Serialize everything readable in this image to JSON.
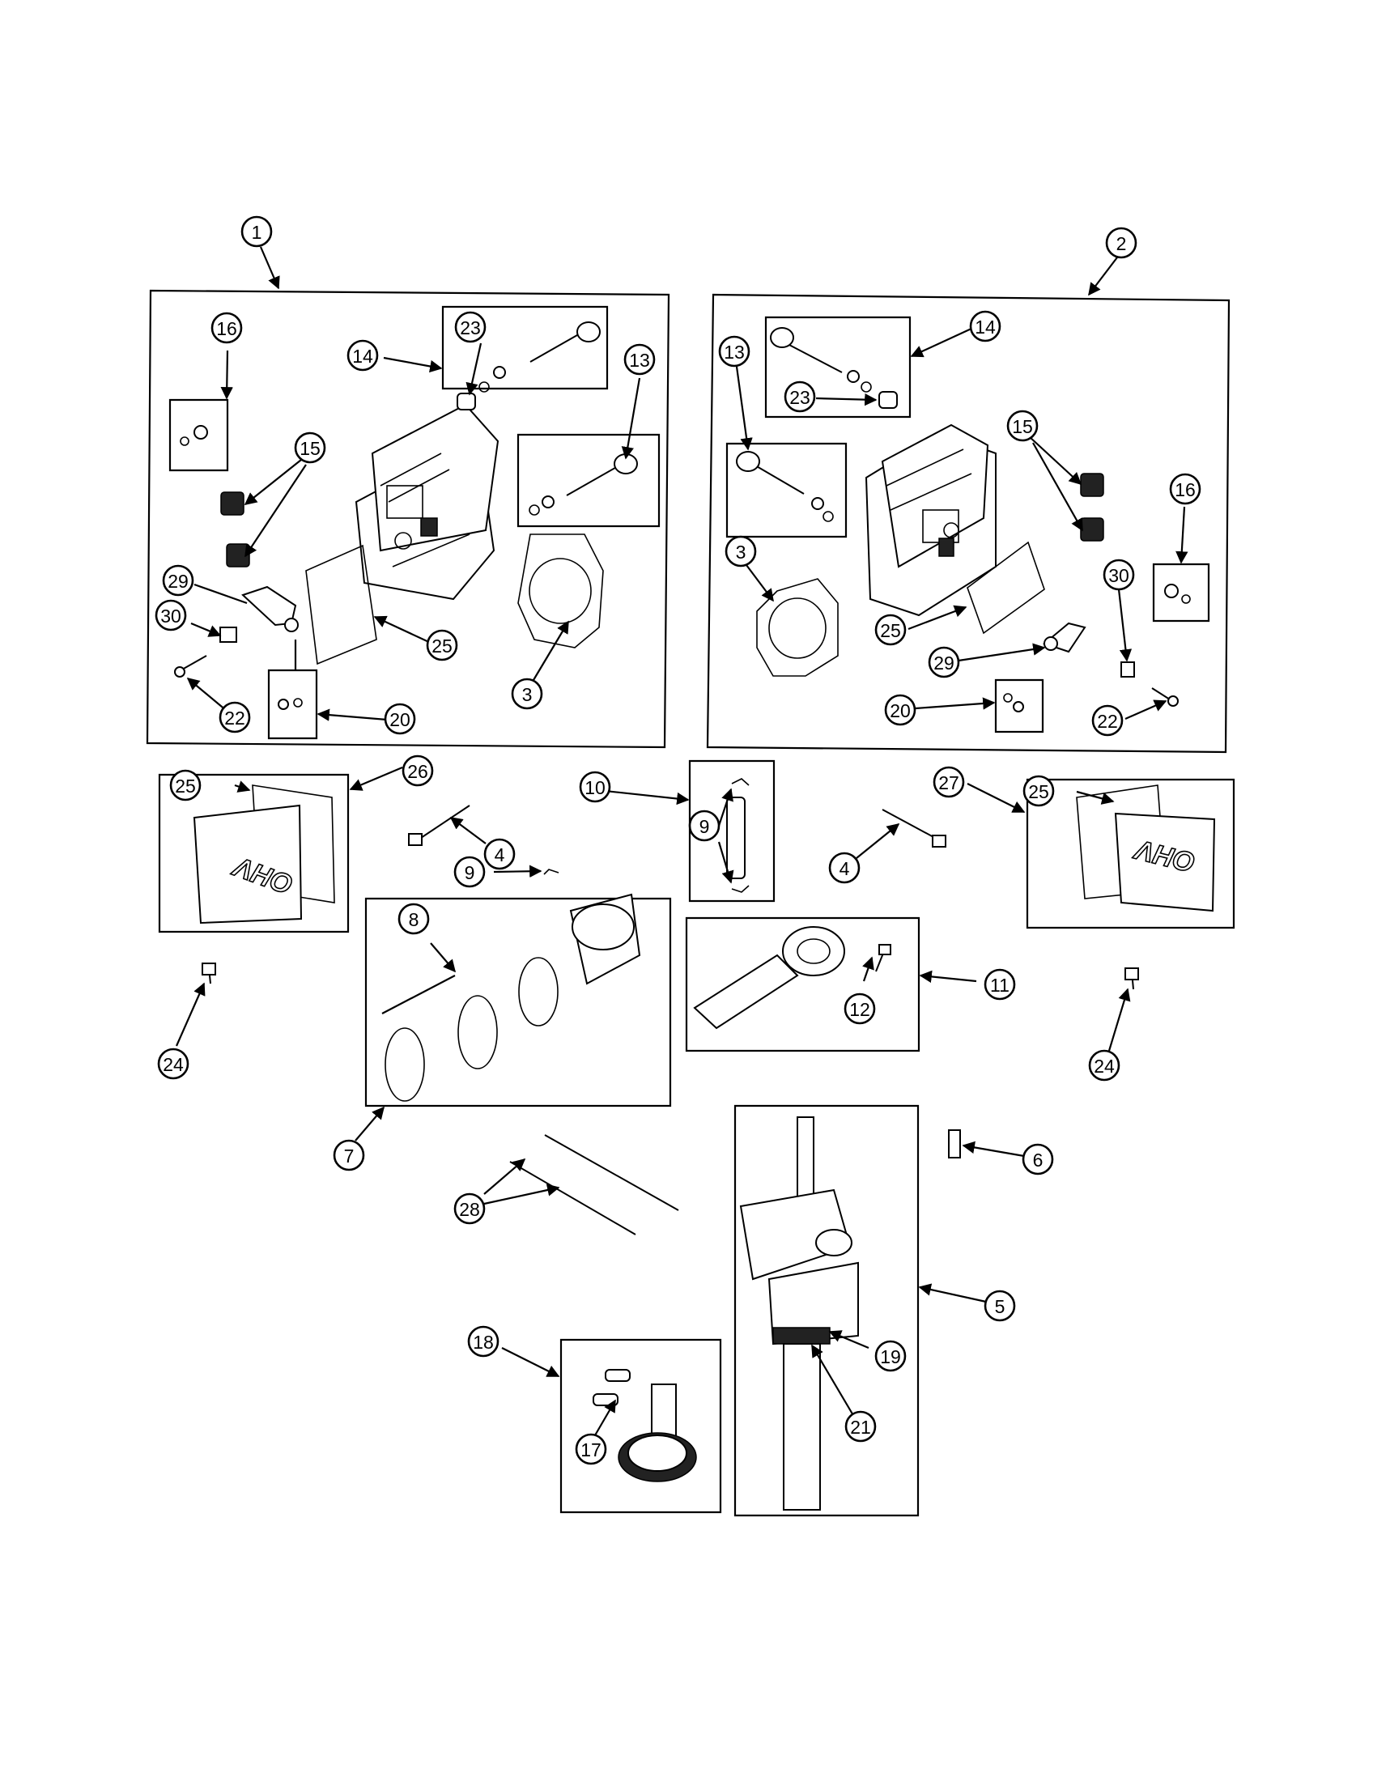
{
  "diagram": {
    "type": "exploded-parts-diagram",
    "callouts": {
      "c1": "1",
      "c2": "2",
      "c3a": "3",
      "c3b": "3",
      "c4a": "4",
      "c4b": "4",
      "c5": "5",
      "c6": "6",
      "c7": "7",
      "c8": "8",
      "c9a": "9",
      "c9b": "9",
      "c10": "10",
      "c11": "11",
      "c12": "12",
      "c13a": "13",
      "c13b": "13",
      "c14a": "14",
      "c14b": "14",
      "c15a": "15",
      "c15b": "15",
      "c16a": "16",
      "c16b": "16",
      "c17": "17",
      "c18": "18",
      "c19": "19",
      "c20a": "20",
      "c20b": "20",
      "c21": "21",
      "c22a": "22",
      "c22b": "22",
      "c23a": "23",
      "c23b": "23",
      "c24a": "24",
      "c24b": "24",
      "c25a": "25",
      "c25b": "25",
      "c25c": "25",
      "c25d": "25",
      "c26": "26",
      "c27": "27",
      "c28": "28",
      "c29a": "29",
      "c29b": "29",
      "c30a": "30",
      "c30b": "30"
    },
    "logo_text": "OHV",
    "colors": {
      "line": "#000000",
      "background": "#ffffff"
    }
  }
}
